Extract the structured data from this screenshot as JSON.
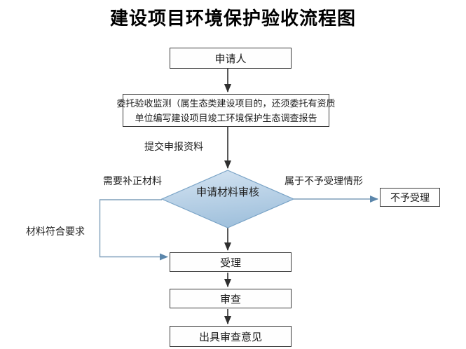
{
  "title": "建设项目环境保护验收流程图",
  "flowchart": {
    "nodes": {
      "applicant": {
        "label": "申请人"
      },
      "entrust": {
        "lines": [
          "委托验收监测（属生态类建设项目的，还须委托有资质",
          "单位编写建设项目竣工环境保护生态调查报告"
        ]
      },
      "material_review": {
        "label": "申请材料审核"
      },
      "reject": {
        "label": "不予受理"
      },
      "accept": {
        "label": "受理"
      },
      "examine": {
        "label": "审查"
      },
      "issue_opinion": {
        "label": "出具审查意见"
      }
    },
    "edge_labels": {
      "submit_materials": "提交申报资料",
      "need_supplement": "需要补正材料",
      "not_accepted_case": "属于不予受理情形",
      "materials_qualified": "材料符合要求"
    },
    "colors": {
      "background": "#ffffff",
      "box_border": "#3a3a3a",
      "black_line": "#2f2f2f",
      "blue_line": "#7f9fba",
      "blue_arrowhead": "#5b86ab",
      "diamond_fill_top": "#d5e4f2",
      "diamond_fill_bottom": "#a2c2dd",
      "diamond_border": "#79a3c6",
      "text": "#1a1a1a"
    }
  }
}
